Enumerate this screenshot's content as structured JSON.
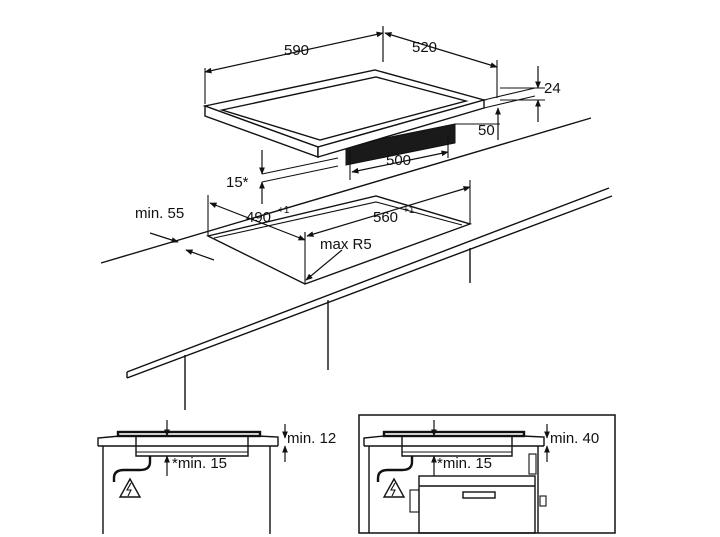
{
  "dimensions": {
    "hob_width": "590",
    "hob_depth": "520",
    "hob_thickness": "24",
    "clearance_50": "50",
    "underside_width": "500",
    "offset_15": "15*",
    "wall_gap": "min. 55",
    "cutout_depth": "490",
    "cutout_depth_tol": "+1",
    "cutout_width": "560",
    "cutout_width_tol": "+1",
    "corner_radius": "max R5"
  },
  "detail_left": {
    "top_clearance": "min. 12",
    "under_clearance": "*min. 15",
    "symbol": "electric-hazard-warning"
  },
  "detail_right": {
    "top_clearance": "min. 40",
    "under_clearance": "*min. 15",
    "symbol": "electric-hazard-warning"
  },
  "colors": {
    "line": "#111111",
    "background": "#ffffff"
  }
}
